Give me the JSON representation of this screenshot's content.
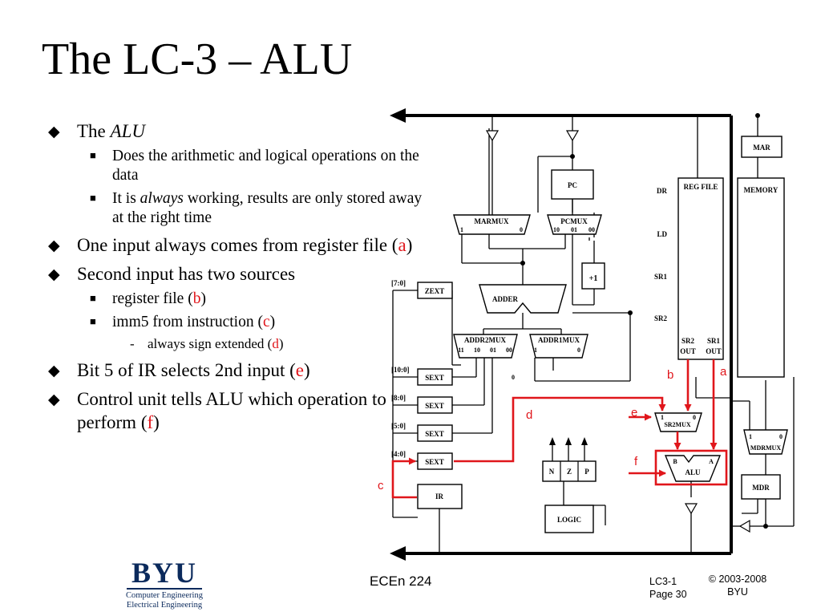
{
  "slide": {
    "title": "The LC-3 – ALU"
  },
  "bullets": {
    "b1": {
      "text": "The ",
      "em": "ALU"
    },
    "b1_1": {
      "text": "Does the arithmetic and logical operations on the data"
    },
    "b1_2": {
      "pre": "It is ",
      "em": "always",
      "post": " working, results are only stored away at the right time"
    },
    "b2": {
      "text": "One input always comes from register file  (",
      "tag": "a",
      "close": ")"
    },
    "b3": {
      "text": "Second input has two sources"
    },
    "b3_1": {
      "text": "register file (",
      "tag": "b",
      "close": ")"
    },
    "b3_2": {
      "text": "imm5 from instruction (",
      "tag": "c",
      "close": ")"
    },
    "b3_2_1": {
      "marker": "-",
      "text": "always sign extended (",
      "tag": "d",
      "close": ")"
    },
    "b4": {
      "text": "Bit 5 of IR selects 2nd input  (",
      "tag": "e",
      "close": ")"
    },
    "b5": {
      "text": "Control unit tells ALU which operation to perform  (",
      "tag": "f",
      "close": ")"
    }
  },
  "diagram": {
    "mar": "MAR",
    "memory": "MEMORY",
    "regfile": "REG FILE",
    "dr": "DR",
    "ld": "LD",
    "sr1": "SR1",
    "sr2": "SR2",
    "sr2out_a": "SR2",
    "sr2out_b": "OUT",
    "sr1out_a": "SR1",
    "sr1out_b": "OUT",
    "pc": "PC",
    "marmux": "MARMUX",
    "pcmux": "PCMUX",
    "plus1": "+1",
    "adder": "ADDER",
    "addr2mux": "ADDR2MUX",
    "addr1mux": "ADDR1MUX",
    "zext": "ZEXT",
    "sext1": "SEXT",
    "sext2": "SEXT",
    "sext3": "SEXT",
    "sext4": "SEXT",
    "f70": "[7:0]",
    "f100": "[10:0]",
    "f80": "[8:0]",
    "f50": "[5:0]",
    "f40": "[4:0]",
    "ir": "IR",
    "n": "N",
    "z": "Z",
    "p": "P",
    "logic": "LOGIC",
    "sr2mux": "SR2MUX",
    "alu": "ALU",
    "alu_b": "B",
    "alu_a": "A",
    "mdrmux": "MDRMUX",
    "mdr": "MDR",
    "one": "1",
    "zero": "0",
    "ten": "10",
    "zero_one": "01",
    "zero_zero": "00",
    "eleven": "11",
    "label_a": "a",
    "label_b": "b",
    "label_c": "c",
    "label_d": "d",
    "label_e": "e",
    "label_f": "f"
  },
  "footer": {
    "logo_text": "BYU",
    "logo_sub1": "Computer Engineering",
    "logo_sub2": "Electrical Engineering",
    "course": "ECEn 224",
    "page_a": "LC3-1",
    "page_b": "Page 30",
    "copy_a": "© 2003-2008",
    "copy_b": "BYU"
  },
  "colors": {
    "accent": "#e0161b",
    "brand": "#0b2a5c"
  }
}
